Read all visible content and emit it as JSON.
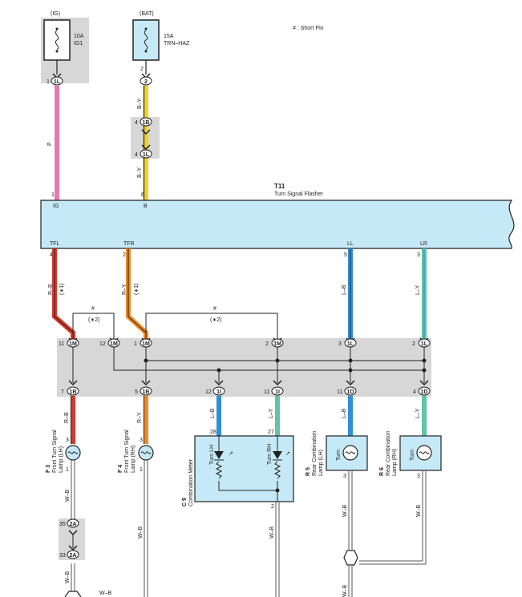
{
  "legend": {
    "short_pin": "# : Short Pin"
  },
  "colors": {
    "pink": "#e87ab0",
    "yellow": "#f2d12a",
    "red": "#d9392b",
    "orange": "#f08a24",
    "blue": "#2f8fd8",
    "green": "#62c3a6",
    "shade": "#d7d7d7",
    "flasher_fill": "#c6e9f7",
    "lamp_fill": "#c6e9f7"
  },
  "fuses": {
    "ig": {
      "source": "(IG)",
      "rating": "10A",
      "name": "IG1"
    },
    "bat": {
      "source": "(BAT)",
      "rating": "15A",
      "name": "TRN–HAZ"
    }
  },
  "flasher": {
    "code": "T11",
    "name": "Turn Signal Flasher",
    "pins_top": [
      {
        "num": "1",
        "label": "IG"
      },
      {
        "num": "6",
        "label": "B"
      }
    ],
    "pins_bottom": [
      {
        "num": "4",
        "label": "TFL"
      },
      {
        "num": "2",
        "label": "TFR"
      },
      {
        "num": "5",
        "label": "LL"
      },
      {
        "num": "3",
        "label": "LR"
      }
    ]
  },
  "top_connectors": {
    "ig_1l": {
      "pin": "1",
      "code": "1L"
    },
    "bat_2": {
      "pin": "2",
      "code": "2"
    },
    "bat_1b": {
      "pin": "4",
      "code": "1B"
    },
    "bat_1l": {
      "pin": "4",
      "code": "1L"
    }
  },
  "wire_labels": {
    "p": "P",
    "by1": "B–Y",
    "by2": "B–Y",
    "rb": "R–B",
    "ry": "R–Y",
    "lb": "L–B",
    "ly": "L–Y",
    "wb": "W–B"
  },
  "notes": {
    "star1": "(∗1)",
    "star2": "(∗2)",
    "hash": "#"
  },
  "mid_row": [
    {
      "pin": "11",
      "code": "1M"
    },
    {
      "pin": "12",
      "code": "1M"
    },
    {
      "pin": "1",
      "code": "1M"
    },
    {
      "pin": "2",
      "code": "1M"
    },
    {
      "pin": "3",
      "code": "1L"
    },
    {
      "pin": "2",
      "code": "1L"
    }
  ],
  "low_row": [
    {
      "pin": "7",
      "code": "1B"
    },
    {
      "pin": "5",
      "code": "1B"
    },
    {
      "pin": "12",
      "code": "1I"
    },
    {
      "pin": "11",
      "code": "1I"
    },
    {
      "pin": "11",
      "code": "1D"
    },
    {
      "pin": "4",
      "code": "1D"
    }
  ],
  "components": {
    "f3": {
      "code": "F 3",
      "name": "Front Turn Signal",
      "name2": "Lamp (LH)",
      "pin": "3",
      "pin2": "1"
    },
    "f4": {
      "code": "F 4",
      "name": "Front Turn Signal",
      "name2": "Lamp (RH)",
      "pin": "3",
      "pin2": "1"
    },
    "c9": {
      "code": "C 9",
      "name": "Combination Meter",
      "lh": "Turn LH",
      "rh": "Turn RH",
      "pin_lh": "28",
      "pin_rh": "27",
      "pin_gnd": "2"
    },
    "r5": {
      "code": "R 5",
      "name": "Rear Combination",
      "name2": "Lamp (LH)",
      "turn": "Turn",
      "pin": "3"
    },
    "r6": {
      "code": "R 6",
      "name": "Rear Combination",
      "name2": "Lamp (RH)",
      "turn": "Turn",
      "pin": "3"
    }
  },
  "bottom_conn": {
    "a35": {
      "pin": "35",
      "code": "2A"
    },
    "a33": {
      "pin": "33",
      "code": "2A"
    }
  }
}
